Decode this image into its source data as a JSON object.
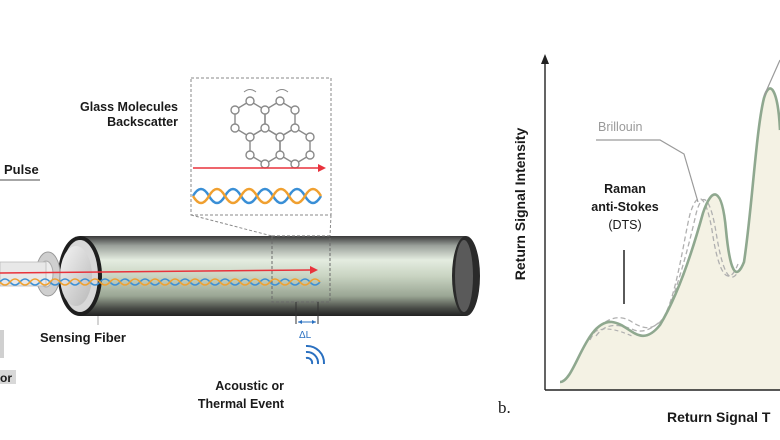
{
  "left_panel": {
    "pulse_label": "Pulse",
    "glass_label_line1": "Glass Molecules",
    "glass_label_line2": "Backscatter",
    "sensing_fiber_label": "Sensing Fiber",
    "partial_label": "or",
    "delta_l_label": "ΔL",
    "event_label_line1": "Acoustic or",
    "event_label_line2": "Thermal Event",
    "colors": {
      "pulse": "#e8323c",
      "wave_blue": "#3a8fd6",
      "wave_orange": "#f0a030",
      "fiber_core": "#cfd8c8"
    }
  },
  "right_panel": {
    "panel_letter": "b.",
    "y_axis_label": "Return Signal Intensity",
    "x_axis_label": "Return Signal T",
    "brillouin_label": "Brillouin",
    "raman_line1": "Raman",
    "raman_line2": "anti-Stokes",
    "raman_line3": "(DTS)",
    "colors": {
      "curve": "#8fa88f",
      "fill": "#f4f2e4",
      "dashed": "#b0b0b0"
    }
  }
}
